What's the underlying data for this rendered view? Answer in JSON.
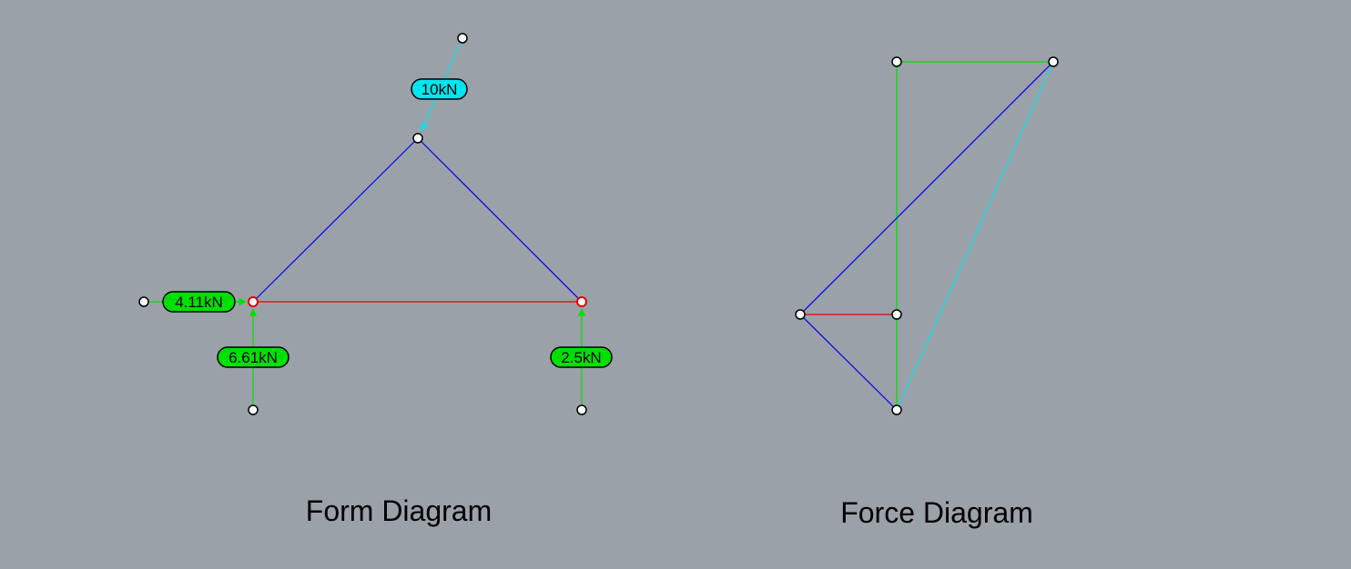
{
  "colors": {
    "background": "#9ba1a8",
    "compression": "#0000ee",
    "tension": "#e60000",
    "reaction": "#00e000",
    "load": "#00e5ee",
    "node_fill": "#ffffff",
    "node_stroke": "#000000",
    "label_stroke": "#000000"
  },
  "form_diagram": {
    "caption": "Form Diagram",
    "labels": {
      "load_top": "10kN",
      "reaction_left_horizontal": "4.11kN",
      "reaction_left_vertical": "6.61kN",
      "reaction_right_vertical": "2.5kN"
    }
  },
  "force_diagram": {
    "caption": "Force Diagram"
  }
}
